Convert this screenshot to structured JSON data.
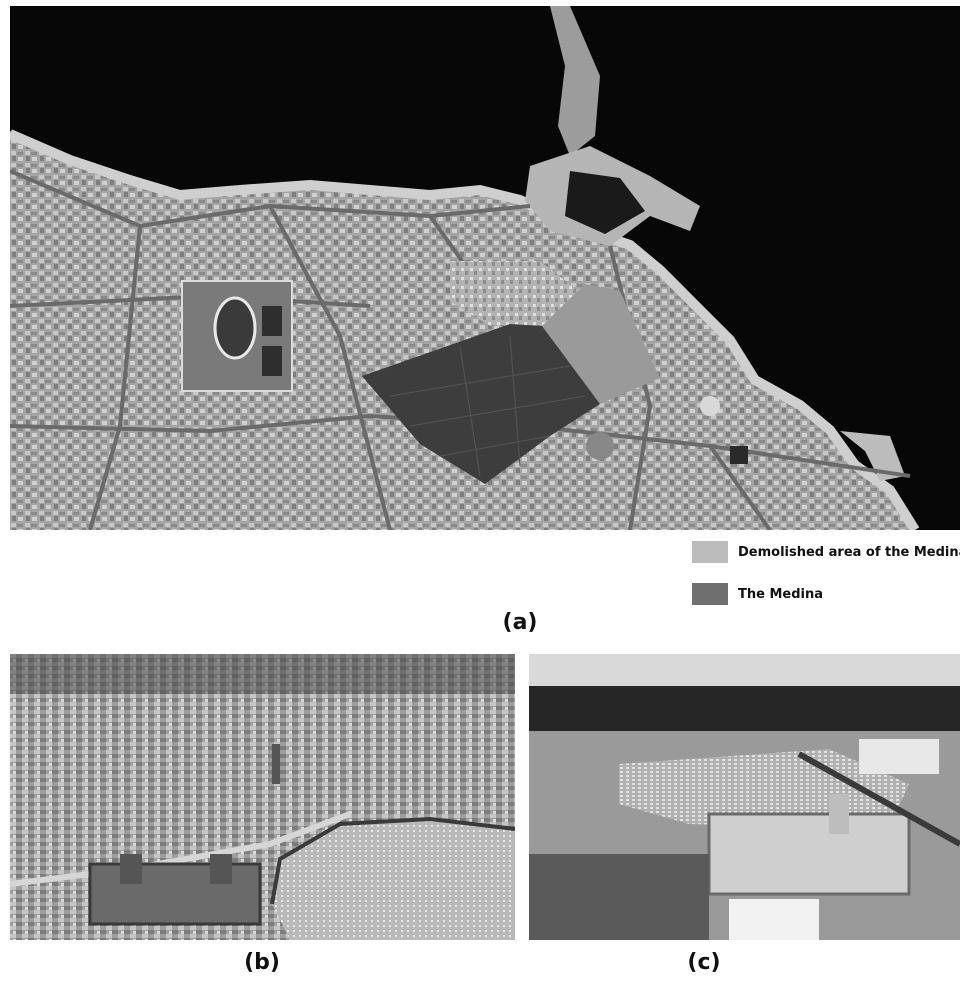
{
  "figure": {
    "panels": [
      {
        "id": "a",
        "caption": "(a)",
        "image": "aerial-map"
      },
      {
        "id": "b",
        "caption": "(b)",
        "image": "historic-aerial-photo"
      },
      {
        "id": "c",
        "caption": "(c)",
        "image": "modern-aerial-photo"
      }
    ]
  },
  "legend": {
    "items": [
      {
        "label": "Demolished area of the Medina",
        "color": "#bcbcbc"
      },
      {
        "label": "The Medina",
        "color": "#6f6f6f"
      }
    ]
  },
  "colors": {
    "sea": "#070707",
    "city": "#a8a8a8",
    "demolished": "#9a9a9a",
    "medina": "#3d3d3d"
  }
}
